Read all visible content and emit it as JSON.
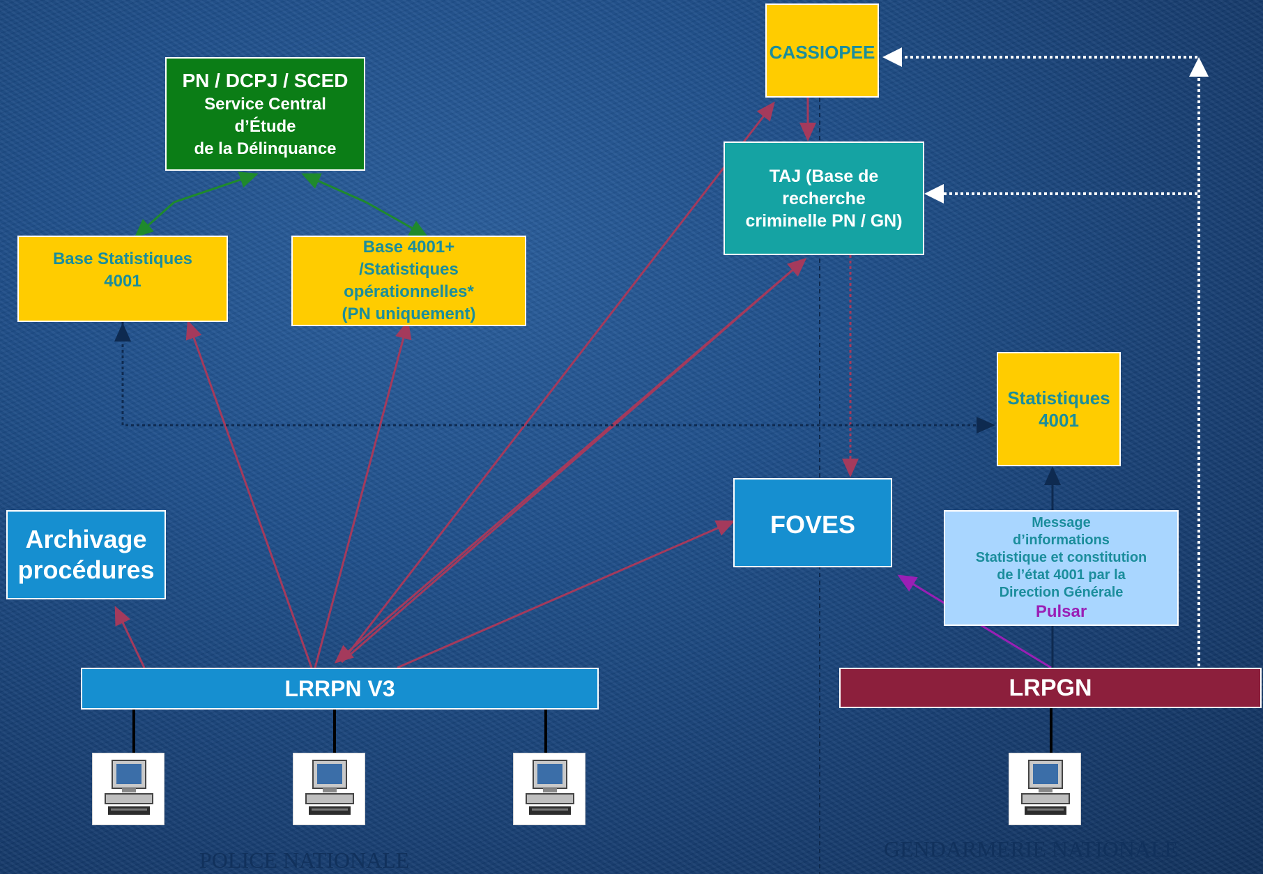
{
  "boxes": {
    "sced": {
      "title": "PN / DCPJ / SCED",
      "line1": "Service Central",
      "line2": "d’Étude",
      "line3": "de la Délinquance"
    },
    "base_stat": {
      "line1": "Base Statistiques",
      "line2": "4001"
    },
    "base_4001plus": {
      "line1": "Base 4001+",
      "line2": "/Statistiques",
      "line3": "opérationnelles*",
      "line4": "(PN uniquement)"
    },
    "cassiopee": {
      "label": "CASSIOPEE"
    },
    "taj": {
      "line1": "TAJ (Base de",
      "line2": "recherche",
      "line3": "criminelle PN / GN)"
    },
    "stat_gn": {
      "line1": "Statistiques",
      "line2": "4001"
    },
    "archivage": {
      "line1": "Archivage",
      "line2": "procédures"
    },
    "foves": {
      "label": "FOVES"
    },
    "message": {
      "line1": "Message",
      "line2": "d’informations",
      "line3": "Statistique et constitution",
      "line4": "de l’état 4001 par la",
      "line5": "Direction Générale",
      "pulsar": "Pulsar"
    }
  },
  "bars": {
    "lrrpn": {
      "label": "LRRPN V3"
    },
    "lrpgn": {
      "label": "LRPGN"
    }
  },
  "workstations": [
    {
      "name": "computer-icon"
    },
    {
      "name": "computer-icon"
    },
    {
      "name": "computer-icon"
    },
    {
      "name": "computer-icon"
    }
  ],
  "footer": {
    "police": "POLICE NATIONALE",
    "gendarmerie": "GENDARMERIE NATIONALE"
  },
  "colors": {
    "yellow_box": "#ffcc00",
    "teal_text": "#1a8d9c",
    "green_box": "#0b7d16",
    "teal_box": "#15a3a3",
    "blue_box": "#168fd0",
    "light_box": "#a9d6ff",
    "lrpgn_bar": "#8c1f3c",
    "link_red": "#a43a5c",
    "link_green": "#1f8a2c",
    "pulsar_purple": "#9a1fb5"
  }
}
